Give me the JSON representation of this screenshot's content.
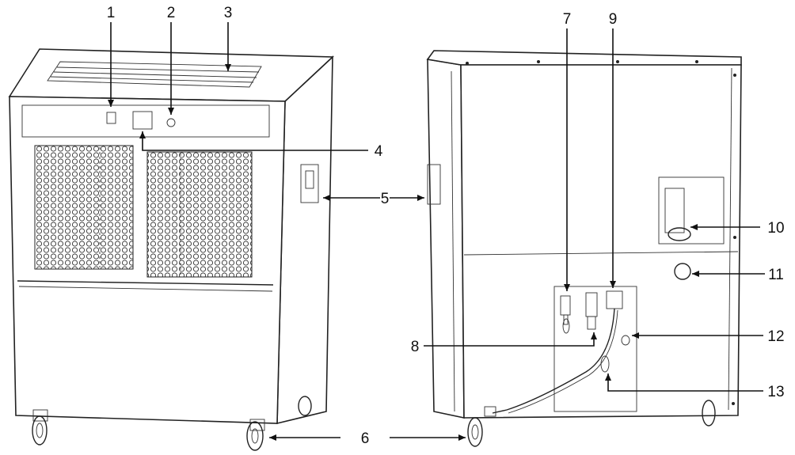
{
  "callouts": [
    {
      "id": "1",
      "label": "1"
    },
    {
      "id": "2",
      "label": "2"
    },
    {
      "id": "3",
      "label": "3"
    },
    {
      "id": "4",
      "label": "4"
    },
    {
      "id": "5",
      "label": "5"
    },
    {
      "id": "6",
      "label": "6"
    },
    {
      "id": "7",
      "label": "7"
    },
    {
      "id": "8",
      "label": "8"
    },
    {
      "id": "9",
      "label": "9"
    },
    {
      "id": "10",
      "label": "10"
    },
    {
      "id": "11",
      "label": "11"
    },
    {
      "id": "12",
      "label": "12"
    },
    {
      "id": "13",
      "label": "13"
    }
  ],
  "colors": {
    "line": "#222222",
    "background": "#ffffff"
  }
}
